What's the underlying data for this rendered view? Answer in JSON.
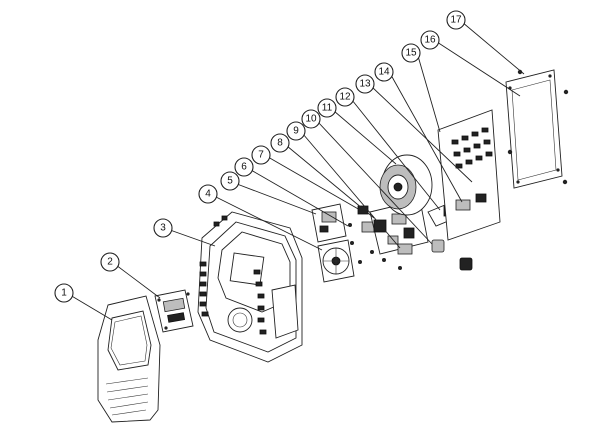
{
  "diagram": {
    "balloons": [
      "1",
      "2",
      "3",
      "4",
      "5",
      "6",
      "7",
      "8",
      "9",
      "10",
      "11",
      "12",
      "13",
      "14",
      "15",
      "16",
      "17"
    ]
  }
}
